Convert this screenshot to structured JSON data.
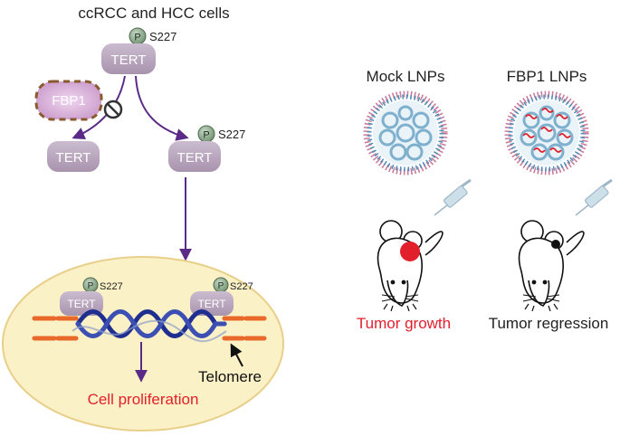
{
  "title": "ccRCC and HCC cells",
  "phospho_symbol": "P",
  "phospho_site": "S227",
  "tert_label": "TERT",
  "fbp1_label": "FBP1",
  "telomere_label": "Telomere",
  "cell_proliferation_label": "Cell proliferation",
  "mock_lnps_label": "Mock LNPs",
  "fbp1_lnps_label": "FBP1 LNPs",
  "tumor_growth_label": "Tumor growth",
  "tumor_regression_label": "Tumor regression",
  "colors": {
    "tert_fill": "#b9a7bf",
    "fbp1_fill": "#d4aed4",
    "fbp1_dash": "#8a5a2e",
    "arrow": "#5b2a86",
    "phospho_fill": "#8fa98f",
    "nucleus_fill": "#fbf1c7",
    "nucleus_stroke": "#e8cf8a",
    "dna_strand": "#1f2f8f",
    "telomere": "#e8692a",
    "red_text": "#e2202c",
    "tumor_red": "#e2202c",
    "tumor_black": "#111111",
    "syringe": "#9fb8c8"
  }
}
